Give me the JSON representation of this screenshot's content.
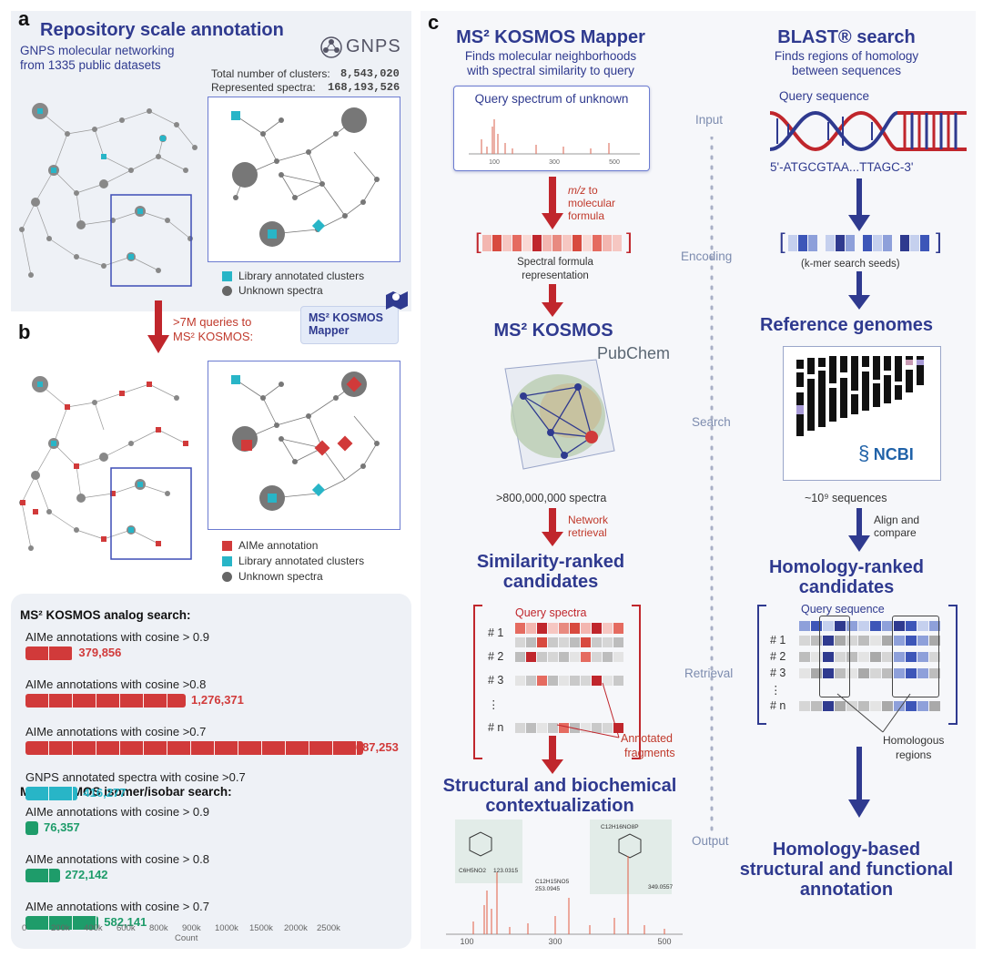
{
  "panel_a": {
    "letter": "a",
    "title": "Repository scale annotation",
    "subtitle_line1": "GNPS molecular networking",
    "subtitle_line2": "from 1335 public datasets",
    "logo_text": "GNPS",
    "stat1_label": "Total number of clusters:",
    "stat1_value": "8,543,020",
    "stat2_label": "Represented spectra:",
    "stat2_value": "168,193,526",
    "legend_library": "Library annotated clusters",
    "legend_unknown": "Unknown spectra"
  },
  "transition": {
    "line1": ">7M queries to",
    "line2": "MS² KOSMOS:",
    "badge_line1": "MS² KOSMOS",
    "badge_line2": "Mapper"
  },
  "panel_b": {
    "letter": "b",
    "legend_aime": "AIMe annotation",
    "legend_library": "Library annotated clusters",
    "legend_unknown": "Unknown spectra"
  },
  "bars": {
    "analog_header": "MS² KOSMOS analog search:",
    "isomer_header": "MS² KOSMOS isomer/isobar search:",
    "axis_label": "Count",
    "ticks": [
      "0",
      "200k",
      "400k",
      "600k",
      "800k",
      "900k",
      "1000k",
      "1500k",
      "2000k",
      "2500k"
    ],
    "analog": [
      {
        "label": "AIMe annotations with cosine > 0.9",
        "value": 379856,
        "display": "379,856",
        "color": "#d13a3a"
      },
      {
        "label": "AIMe annotations with cosine >0.8",
        "value": 1276371,
        "display": "1,276,371",
        "color": "#d13a3a"
      },
      {
        "label": "AIMe annotations with cosine >0.7",
        "value": 2687253,
        "display": "2,687,253",
        "color": "#d13a3a"
      },
      {
        "label": "GNPS annotated spectra with cosine >0.7",
        "value": 416277,
        "display": "416,277",
        "color": "#28b5c7"
      }
    ],
    "isomer": [
      {
        "label": "AIMe annotations with cosine > 0.9",
        "value": 76357,
        "display": "76,357",
        "color": "#1e9c6a"
      },
      {
        "label": "AIMe annotations with cosine > 0.8",
        "value": 272142,
        "display": "272,142",
        "color": "#1e9c6a"
      },
      {
        "label": "AIMe annotations with cosine > 0.7",
        "value": 582141,
        "display": "582,141",
        "color": "#1e9c6a"
      }
    ]
  },
  "panel_c": {
    "letter": "c",
    "stages": [
      "Input",
      "Encoding",
      "Search",
      "Retrieval",
      "Output"
    ],
    "left": {
      "title": "MS² KOSMOS Mapper",
      "sub1": "Finds molecular neighborhoods",
      "sub2": "with spectral similarity to query",
      "query_title": "Query spectrum of unknown",
      "q_ticks": [
        "100",
        "300",
        "500"
      ],
      "arrow1_a": "m/z",
      "arrow1_b": " to",
      "arrow1_c": "molecular",
      "arrow1_d": "formula",
      "encoding_1": "Spectral formula",
      "encoding_2": "representation",
      "db_title": "MS² KOSMOS",
      "pubchem": "PubChem",
      "spectra_count": ">800,000,000 spectra",
      "arrow2_a": "Network",
      "arrow2_b": "retrieval",
      "ranked_1": "Similarity-ranked",
      "ranked_2": "candidates",
      "query_spectra": "Query spectra",
      "rows": [
        "# 1",
        "# 2",
        "# 3",
        "⋮",
        "# n"
      ],
      "annot_1": "Annotated",
      "annot_2": "fragments",
      "output_1": "Structural and biochemical",
      "output_2": "contextualization",
      "mol1_formula": "C6H5NO2",
      "mol1_mass": "123.0315",
      "mol2_formula": "C12H15NO5",
      "mol2_mass": "253.0945",
      "mol3_formula": "C12H16NO8P",
      "mol3_mass": "349.0557",
      "out_ticks": [
        "100",
        "300",
        "500"
      ]
    },
    "right": {
      "title": "BLAST® search",
      "sub1": "Finds regions of homology",
      "sub2": "between sequences",
      "query_title": "Query sequence",
      "sequence": "5'-ATGCGTAA...TTAGC-3'",
      "kmer": "(k-mer search seeds)",
      "db_title": "Reference genomes",
      "ncbi": "NCBI",
      "seq_count": "~10⁹ sequences",
      "arrow2_a": "Align and",
      "arrow2_b": "compare",
      "ranked_1": "Homology-ranked",
      "ranked_2": "candidates",
      "query_sequence": "Query sequence",
      "rows": [
        "# 1",
        "# 2",
        "# 3",
        "⋮",
        "# n"
      ],
      "homol_1": "Homologous",
      "homol_2": "regions",
      "output_1": "Homology-based",
      "output_2": "structural and functional",
      "output_3": "annotation"
    }
  },
  "colors": {
    "navy": "#2f3a8f",
    "red": "#d13a3a",
    "cyan": "#28b5c7",
    "green": "#1e9c6a",
    "grey": "#777777"
  }
}
